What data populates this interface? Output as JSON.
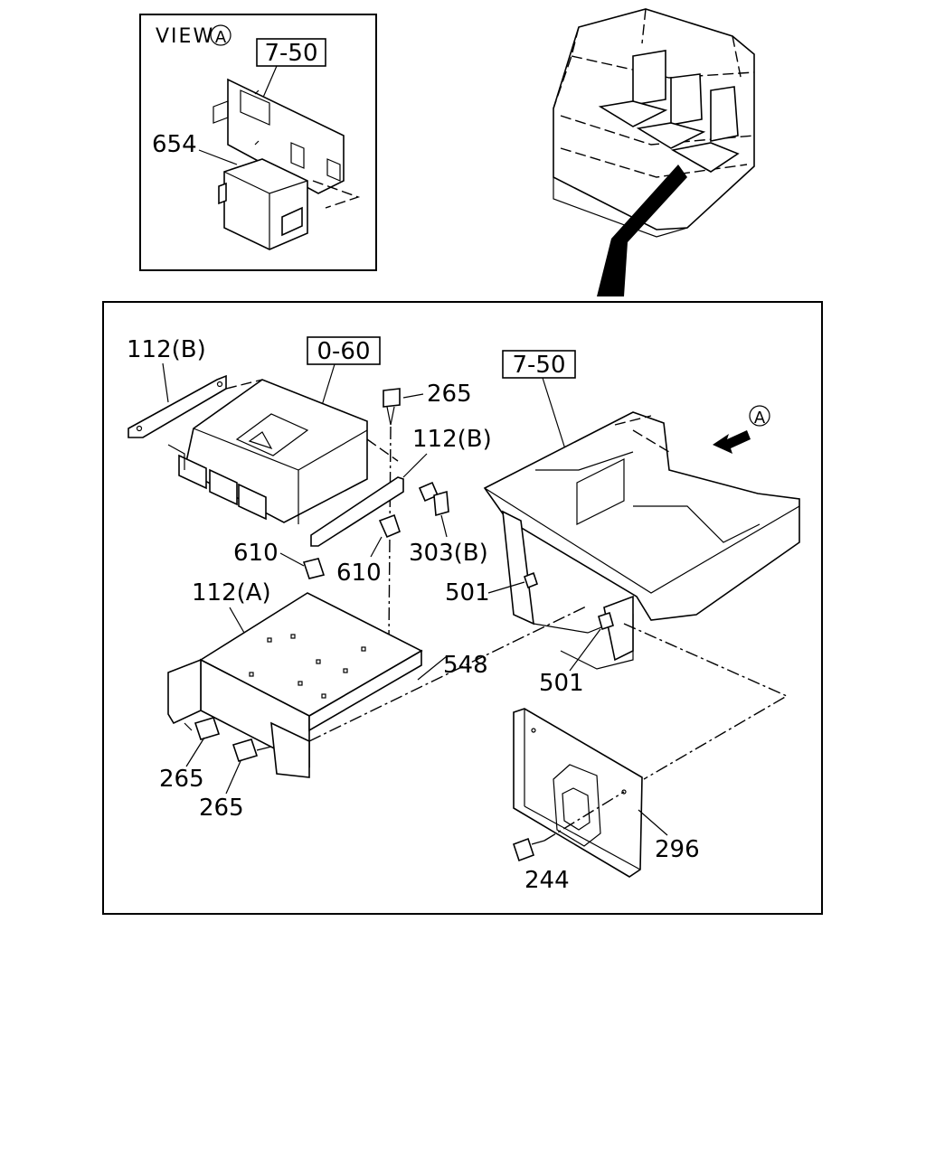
{
  "view_label": "VIEW",
  "view_marker": "A",
  "inset_ref": "7-50",
  "labels": {
    "p654": "654",
    "ref_060": "0-60",
    "ref_750": "7-50",
    "p112b_1": "112(B)",
    "p112b_2": "112(B)",
    "p112a": "112(A)",
    "p265_top": "265",
    "p303b": "303(B)",
    "p610_left": "610",
    "p610_right": "610",
    "p501_top": "501",
    "p501_bot": "501",
    "p548": "548",
    "p265_l1": "265",
    "p265_l2": "265",
    "p296": "296",
    "p244": "244",
    "arrow_marker": "A"
  }
}
